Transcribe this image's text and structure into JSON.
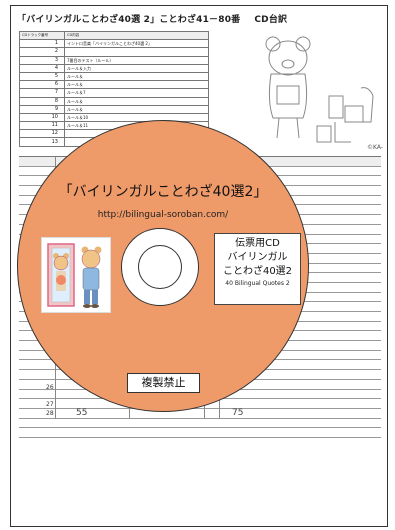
{
  "sheet": {
    "title": "「バイリンガルことわざ40選 2」ことわざ41－80番",
    "subtitle": "CD台訳",
    "credit": "©KA-",
    "track_header": [
      "CDトラック番号",
      "CD内容"
    ],
    "track_numbers": [
      "1",
      "2",
      "3",
      "4",
      "5",
      "6",
      "7",
      "8",
      "9",
      "10",
      "11",
      "12",
      "13"
    ],
    "track_contents": [
      "イントロ音楽「バイリンガルことわざ40選 2」",
      "",
      "7番目のテスト（ルール）",
      "ルール＆入力",
      "ルール＆",
      "ルール＆",
      "ルール＆7",
      "ルール＆",
      "ルール＆",
      "ルール＆10",
      "ルール＆11",
      "",
      ""
    ],
    "lower_row_numbers": [
      "26",
      "27",
      "28"
    ],
    "lower_numbers": [
      "55",
      "75"
    ]
  },
  "disc": {
    "title": "「バイリンガルことわざ40選2」",
    "url": "http://bilingual-soroban.com/",
    "label_lines": [
      "伝票用CD",
      "バイリンガル",
      "ことわざ40選2"
    ],
    "label_sub": "40 Bilingual Quotes 2",
    "copy_notice": "複製禁止"
  }
}
